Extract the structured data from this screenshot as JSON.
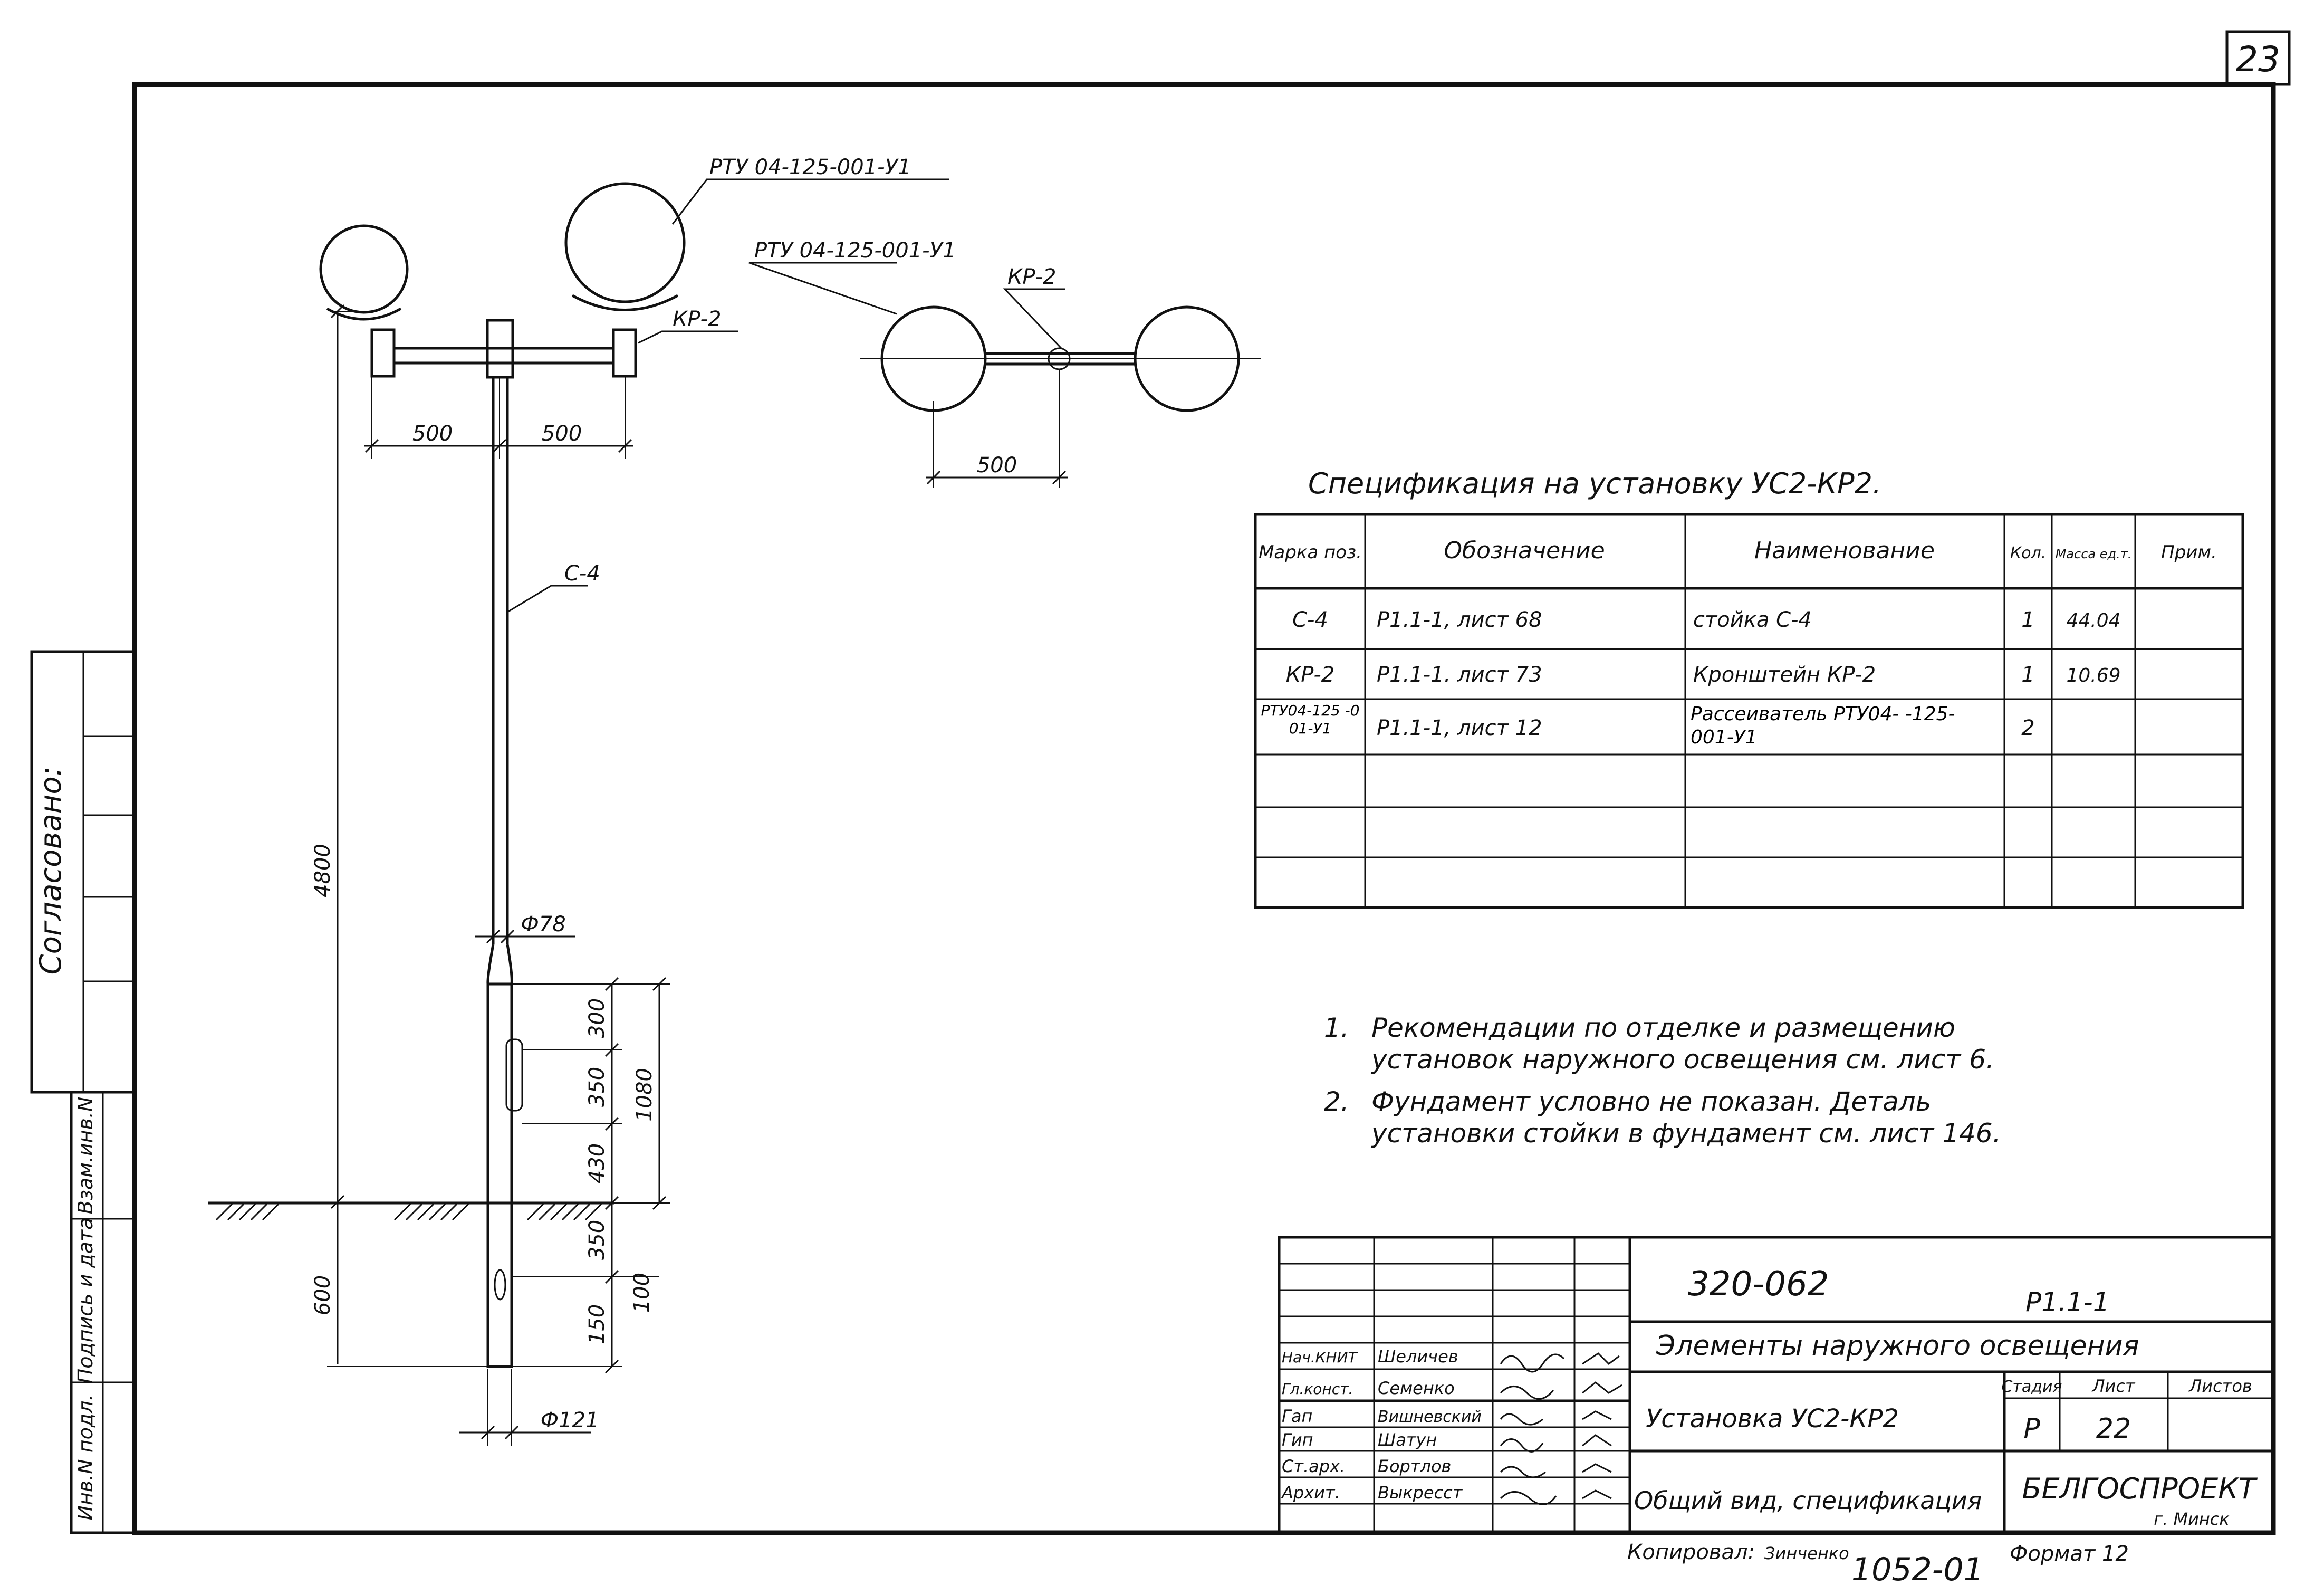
{
  "page_number": "23",
  "margin_stamp": {
    "soglasovano": "Согласовано:",
    "vzam_inv": "Взам.инв.N",
    "podpis_data": "Подпись и дата",
    "inv_podl": "Инв.N подл."
  },
  "drawing": {
    "callouts": {
      "diffuser_left": "РТУ 04-125-001-У1",
      "diffuser_plan": "РТУ 04-125-001-У1",
      "bracket": "КР-2",
      "bracket_plan": "КР-2",
      "post": "С-4"
    },
    "dims": {
      "arm_left": "500",
      "arm_right": "500",
      "plan_arm": "500",
      "height_total": "4800",
      "d_upper": "Ф78",
      "d_lower": "Ф121",
      "d300": "300",
      "d350a": "350",
      "d430": "430",
      "d1080": "1080",
      "d350b": "350",
      "d150": "150",
      "d100": "100",
      "d600": "600"
    }
  },
  "spec": {
    "title": "Спецификация на установку УС2-КР2.",
    "headers": {
      "marka": "Марка поз.",
      "oboz": "Обозначение",
      "naim": "Наименование",
      "kol": "Кол.",
      "massa": "Масса ед.т.",
      "prim": "Прим."
    },
    "rows": [
      {
        "marka": "С-4",
        "oboz": "Р1.1-1, лист 68",
        "naim": "стойка С-4",
        "kol": "1",
        "massa": "44.04",
        "prim": ""
      },
      {
        "marka": "КР-2",
        "oboz": "Р1.1-1. лист 73",
        "naim": "Кронштейн КР-2",
        "kol": "1",
        "massa": "10.69",
        "prim": ""
      },
      {
        "marka": "РТУ04-125 -001-У1",
        "oboz": "Р1.1-1, лист 12",
        "naim": "Рассеиватель РТУ04- -125- 001-У1",
        "kol": "2",
        "massa": "",
        "prim": ""
      }
    ]
  },
  "notes": [
    {
      "num": "1.",
      "line1": "Рекомендации по отделке и размещению",
      "line2": "установок наружного освещения см. лист 6."
    },
    {
      "num": "2.",
      "line1": "Фундамент условно не показан. Деталь",
      "line2": "установки стойки в фундамент см. лист 146."
    }
  ],
  "title_block": {
    "doc_code": "320-062",
    "series": "Р1.1-1",
    "subject": "Элементы наружного освещения",
    "object": "Установка УС2-КР2",
    "sheet_title": "Общий вид, спецификация",
    "stage_hdr": "Стадия",
    "sheet_hdr": "Лист",
    "sheets_hdr": "Листов",
    "stage": "Р",
    "sheet": "22",
    "org": "БЕЛГОСПРОЕКТ",
    "city": "г. Минск",
    "staff": [
      {
        "role": "Нач.КНИТ",
        "name": "Шеличев"
      },
      {
        "role": "Гл.конст.",
        "name": "Семенко"
      },
      {
        "role": "Гап",
        "name": "Вишневский"
      },
      {
        "role": "Гип",
        "name": "Шатун"
      },
      {
        "role": "Ст.арх.",
        "name": "Бортлов"
      },
      {
        "role": "Архит.",
        "name": "Выкресст"
      }
    ]
  },
  "footer": {
    "copied": "Копировал:",
    "copier": "Зинченко",
    "format": "Формат 12",
    "order": "1052-01"
  }
}
